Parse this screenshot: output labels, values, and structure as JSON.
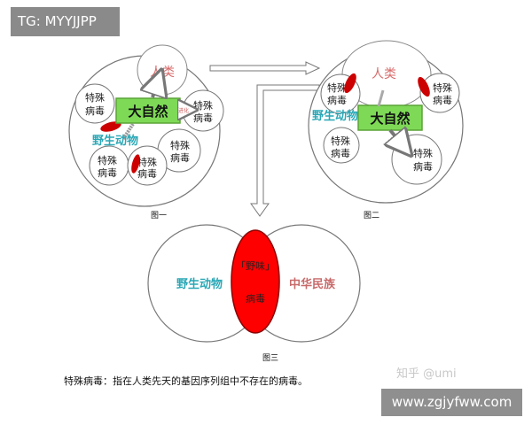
{
  "header_tag": "TG: MYYJJPP",
  "watermark_site": "www.zgjyfww.com",
  "watermark_zhihu": "知乎 @umi",
  "fig1": {
    "label": "图一",
    "nature": "大自然",
    "human": "人类",
    "wild": "野生动物",
    "virus_line1": "特殊",
    "virus_line2": "病毒",
    "arrow_text": "进化"
  },
  "fig2": {
    "label": "图二",
    "nature": "大自然",
    "human": "人类",
    "wild": "野生动物",
    "virus_line1": "特殊",
    "virus_line2": "病毒"
  },
  "fig3": {
    "label": "图三",
    "left": "野生动物",
    "right": "中华民族",
    "center_top": "「野味」",
    "center_bottom": "病毒"
  },
  "caption": "特殊病毒：指在人类先天的基因序列组中不存在的病毒。"
}
